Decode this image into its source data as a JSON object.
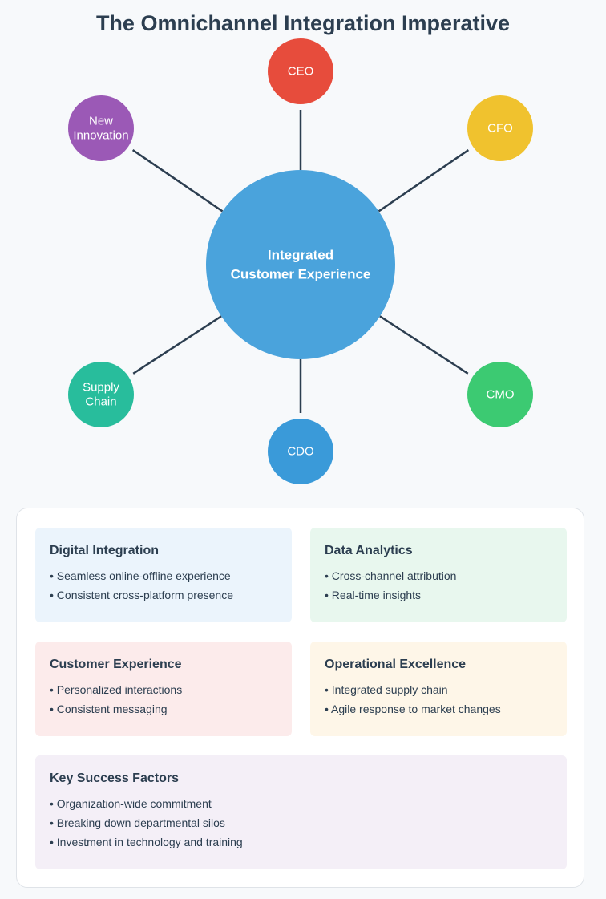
{
  "title": "The Omnichannel Integration Imperative",
  "diagram": {
    "center": {
      "lines": [
        "Integrated",
        "Customer Experience"
      ],
      "color": "#4aa3dc"
    },
    "connector_color": "#2c3e50",
    "nodes": [
      {
        "id": "ceo",
        "lines": [
          "CEO"
        ],
        "color": "#e74c3c"
      },
      {
        "id": "cfo",
        "lines": [
          "CFO"
        ],
        "color": "#f0c22e"
      },
      {
        "id": "cmo",
        "lines": [
          "CMO"
        ],
        "color": "#3cca72"
      },
      {
        "id": "cdo",
        "lines": [
          "CDO"
        ],
        "color": "#3a9ad9"
      },
      {
        "id": "supply-chain",
        "lines": [
          "Supply",
          "Chain"
        ],
        "color": "#28bd9c"
      },
      {
        "id": "new-innovation",
        "lines": [
          "New",
          "Innovation"
        ],
        "color": "#9b59b6"
      }
    ]
  },
  "cards": [
    {
      "title": "Digital Integration",
      "bg": "#ebf4fc",
      "items": [
        "Seamless online-offline experience",
        "Consistent cross-platform presence"
      ]
    },
    {
      "title": "Data Analytics",
      "bg": "#e8f7ee",
      "items": [
        "Cross-channel attribution",
        "Real-time insights"
      ]
    },
    {
      "title": "Customer Experience",
      "bg": "#fcebeb",
      "items": [
        "Personalized interactions",
        "Consistent messaging"
      ]
    },
    {
      "title": "Operational Excellence",
      "bg": "#fef6e8",
      "items": [
        "Integrated supply chain",
        "Agile response to market changes"
      ]
    },
    {
      "title": "Key Success Factors",
      "bg": "#f4eff7",
      "items": [
        "Organization-wide commitment",
        "Breaking down departmental silos",
        "Investment in technology and training"
      ]
    }
  ]
}
